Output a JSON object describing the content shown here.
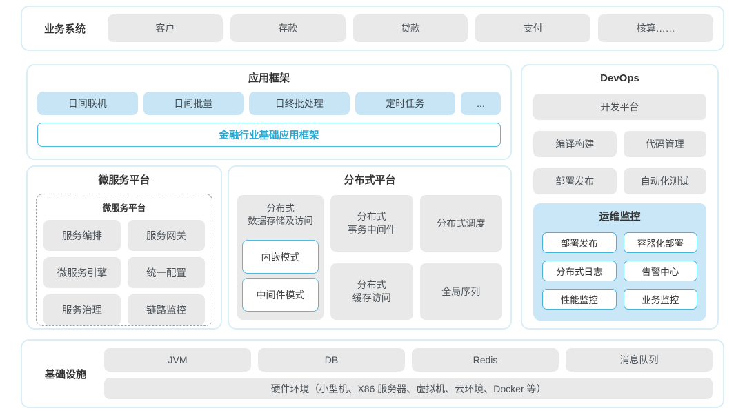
{
  "colors": {
    "accent_cyan": "#29a8d2",
    "cyan_border": "#4fbcdd",
    "panel_border": "#d9eef7",
    "gray_box": "#e9e9ea",
    "blue_box": "#c8e5f5",
    "monitor_panel": "#cae7f7"
  },
  "business": {
    "label": "业务系统",
    "items": [
      "客户",
      "存款",
      "贷款",
      "支付",
      "核算……"
    ]
  },
  "app_framework": {
    "title": "应用框架",
    "items": [
      "日间联机",
      "日间批量",
      "日终批处理",
      "定时任务",
      "..."
    ],
    "base": "金融行业基础应用框架"
  },
  "devops": {
    "title": "DevOps",
    "platform": "开发平台",
    "items": [
      "编译构建",
      "代码管理",
      "部署发布",
      "自动化测试"
    ],
    "monitor": {
      "title": "运维监控",
      "items": [
        "部署发布",
        "容器化部署",
        "分布式日志",
        "告警中心",
        "性能监控",
        "业务监控"
      ]
    }
  },
  "microservice": {
    "title": "微服务平台",
    "inner_title": "微服务平台",
    "items": [
      "服务编排",
      "服务网关",
      "微服务引擎",
      "统一配置",
      "服务治理",
      "链路监控"
    ]
  },
  "distributed": {
    "title": "分布式平台",
    "storage": {
      "label": "分布式\n数据存储及访问",
      "modes": [
        "内嵌模式",
        "中间件模式"
      ]
    },
    "items": [
      "分布式\n事务中间件",
      "分布式调度",
      "分布式\n缓存访问",
      "全局序列"
    ]
  },
  "infrastructure": {
    "label": "基础设施",
    "items": [
      "JVM",
      "DB",
      "Redis",
      "消息队列"
    ],
    "hardware": "硬件环境（小型机、X86 服务器、虚拟机、云环境、Docker 等）"
  }
}
